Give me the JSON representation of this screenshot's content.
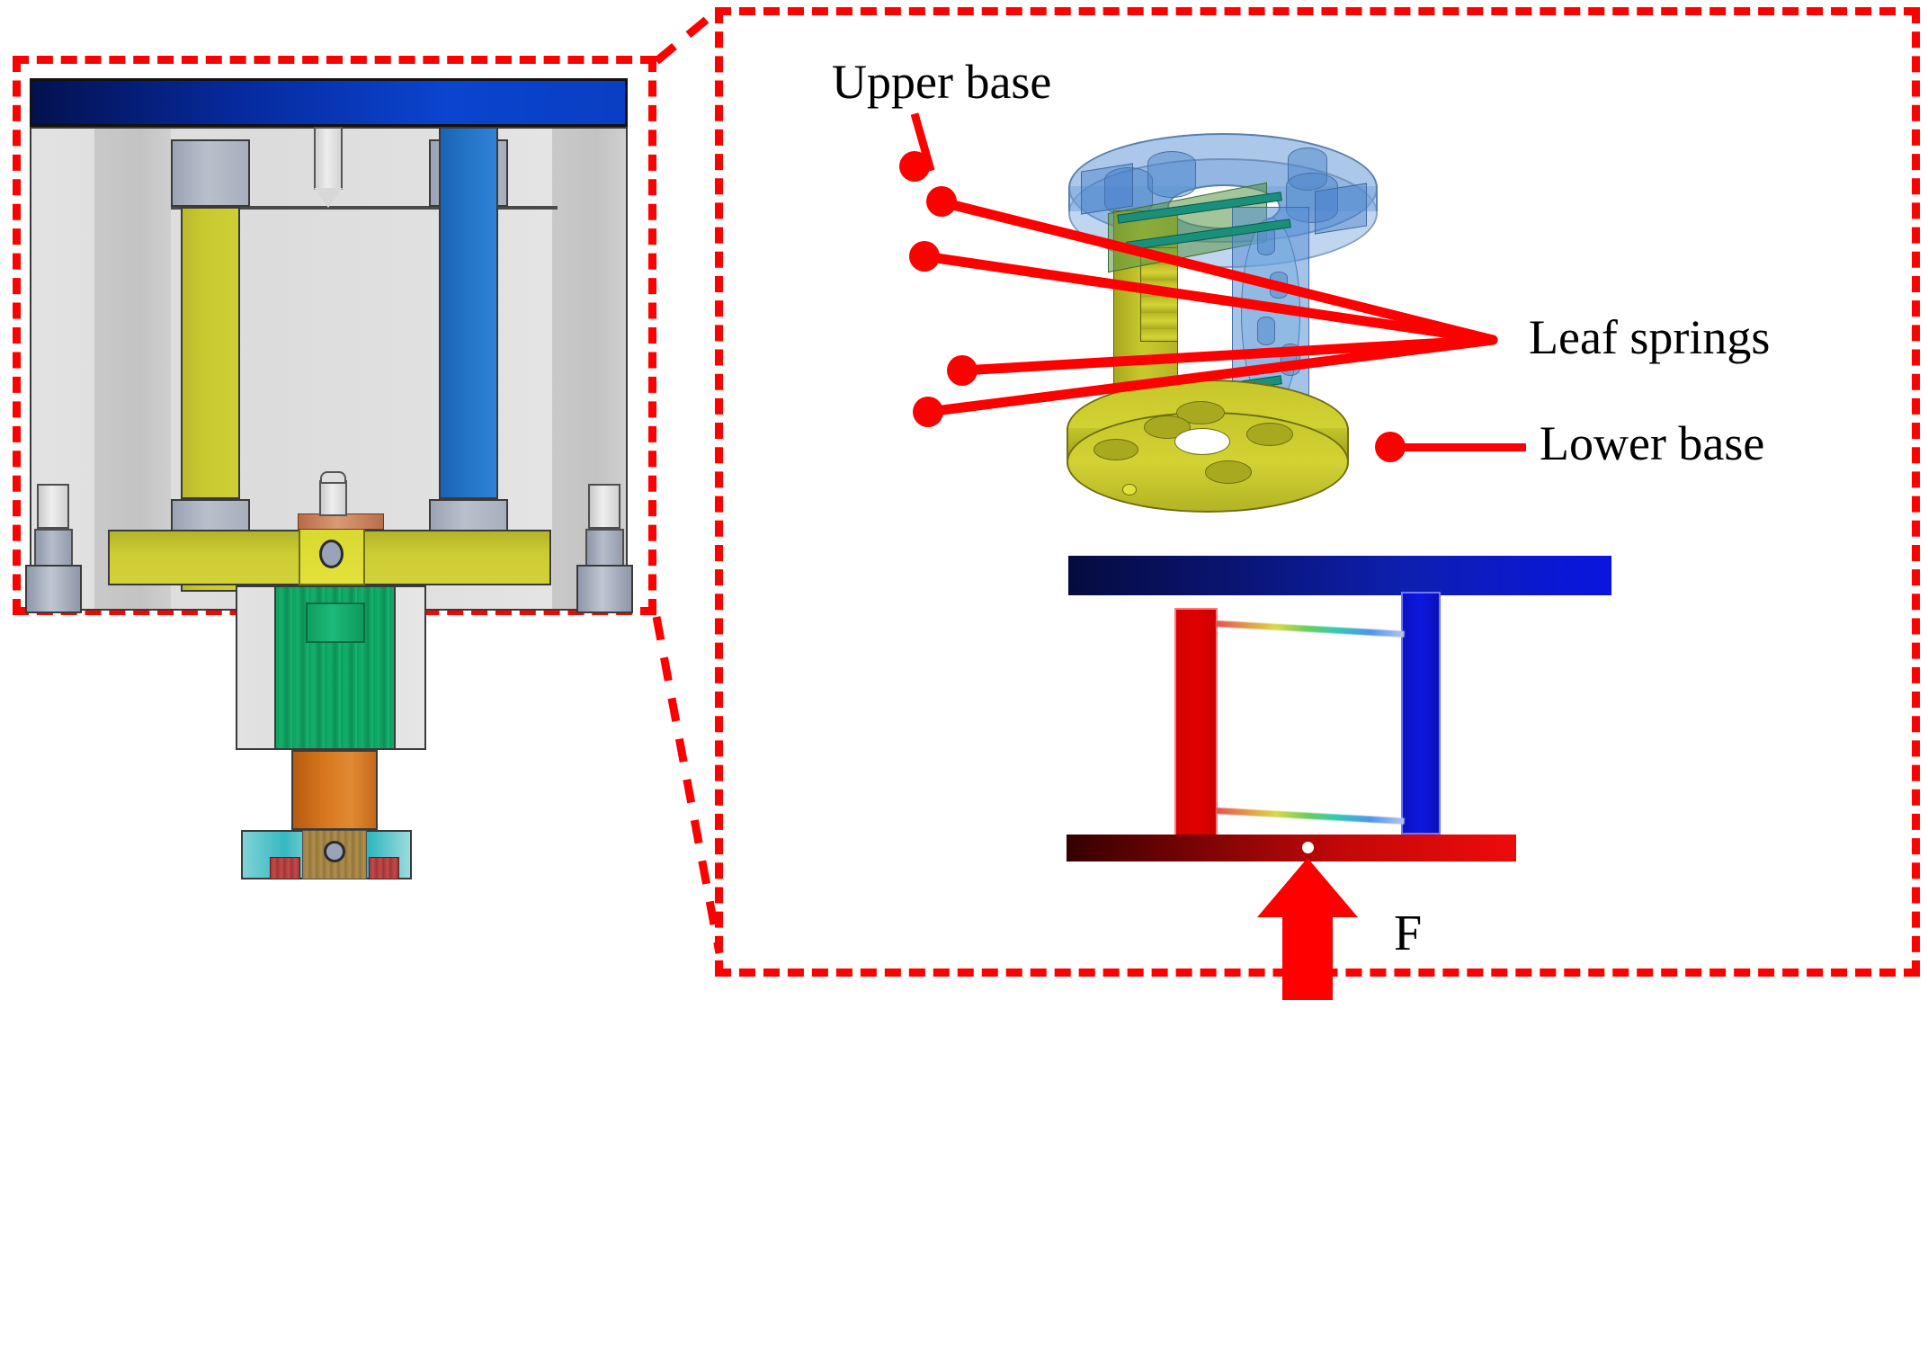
{
  "figure": {
    "type": "engineering-diagram",
    "description": "Cross-section of a compliant force sensor mechanism with magnified 3D detail of leaf-spring flexure and FEA deformation result"
  },
  "left_panel": {
    "name": "cross-section-view",
    "callout_box": {
      "color": "#fe0000",
      "style": "dashed"
    },
    "components": [
      {
        "name": "upper-plate",
        "color": "#0b44cf",
        "label": ""
      },
      {
        "name": "housing-shell",
        "color": "#e0e0e0",
        "label": ""
      },
      {
        "name": "yellow-post",
        "color": "#c8c82f",
        "label": ""
      },
      {
        "name": "blue-post",
        "color": "#2272c4",
        "label": ""
      },
      {
        "name": "yellow-flange",
        "color": "#cdcd33",
        "label": ""
      },
      {
        "name": "green-cylinder",
        "color": "#14ae6a",
        "label": ""
      },
      {
        "name": "orange-cylinder",
        "color": "#d9781f",
        "label": ""
      },
      {
        "name": "cyan-base-fixture",
        "color": "#37b8c0",
        "label": ""
      }
    ]
  },
  "right_panel": {
    "name": "magnified-detail",
    "callout_box": {
      "color": "#fe0000",
      "style": "dashed"
    },
    "model_3d": {
      "name": "leaf-spring-flexure-assembly",
      "annotations": [
        {
          "id": "upper-base",
          "text": "Upper base",
          "target": "translucent blue disc"
        },
        {
          "id": "leaf-springs",
          "text": "Leaf springs",
          "target": "four thin green blades"
        },
        {
          "id": "lower-base",
          "text": "Lower base",
          "target": "yellow disc"
        }
      ],
      "leader_color": "#fe0000",
      "leaf_spring_leader_count": 4
    },
    "fea_plot": {
      "name": "deformation-result",
      "force_label": "F",
      "force_direction": "up",
      "arrow_color": "#fe0000",
      "legend_colors": [
        "#e85050",
        "#d8d84a",
        "#34c9b4",
        "#4f94e8",
        "#0a12c4"
      ]
    }
  },
  "labels": {
    "upper_base": "Upper base",
    "leaf_springs": "Leaf springs",
    "lower_base": "Lower base",
    "force": "F"
  },
  "colors": {
    "callout": "#fe0000",
    "blue_plate": "#0b44cf",
    "yellow": "#c8c82f",
    "green": "#14ae6a",
    "orange": "#d9781f",
    "cyan": "#37b8c0"
  }
}
